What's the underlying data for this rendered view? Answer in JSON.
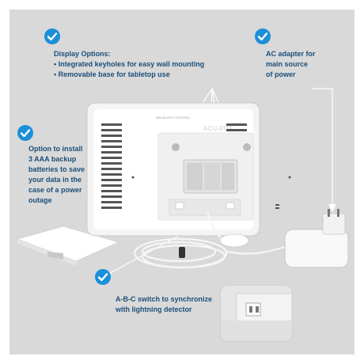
{
  "callouts": {
    "display": {
      "title": "Display Options:",
      "bullets": [
        "Integrated keyholes for easy wall mounting",
        "Removable base for tabletop use"
      ]
    },
    "ac": {
      "lines": [
        "AC adapter for",
        "main source",
        "of power"
      ]
    },
    "battery": {
      "lines": [
        "Option to install",
        "3 AAA backup",
        "batteries to save",
        "your data in the",
        "case of a power",
        "outage"
      ]
    },
    "switch": {
      "lines": [
        "A-B-C switch to synchronize",
        "with lightning detector"
      ]
    }
  },
  "device": {
    "back_label": "ACURITE",
    "back_heading": "BACKLIGHT CONTROL",
    "logo_text": "ACU-RITE"
  },
  "colors": {
    "background": "#d9d9d9",
    "accent": "#1b8fd8",
    "text": "#1c4f79"
  },
  "icons": [
    "check-icon"
  ]
}
